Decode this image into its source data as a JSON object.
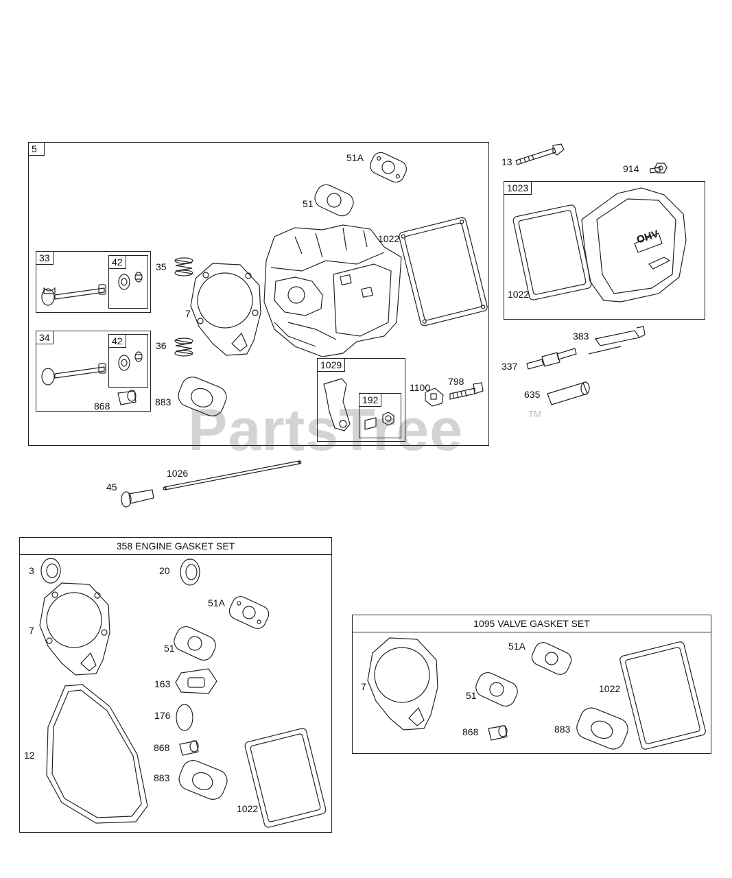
{
  "watermark": {
    "text": "PartsTree",
    "tm": "TM"
  },
  "main_group": {
    "tag": "5",
    "labels": {
      "p51A": "51A",
      "p51": "51",
      "p1022": "1022",
      "p35": "35",
      "p7": "7",
      "p36": "36",
      "p883": "883",
      "p868": "868",
      "p1100": "1100",
      "p798": "798"
    },
    "valve_intake_box": {
      "tag": "33",
      "sub_tag": "42"
    },
    "valve_exhaust_box": {
      "tag": "34",
      "sub_tag": "42"
    },
    "rocker_box": {
      "tag": "1029",
      "sub_tag": "192"
    }
  },
  "cover_group": {
    "tag": "1023",
    "labels": {
      "p13": "13",
      "p914": "914",
      "p1022": "1022",
      "p383": "383",
      "p337": "337",
      "p635": "635"
    },
    "cover_text": "OHV"
  },
  "push_rod": {
    "labels": {
      "p45": "45",
      "p1026": "1026"
    }
  },
  "engine_gasket_set": {
    "title": "358 ENGINE GASKET SET",
    "labels": {
      "p3": "3",
      "p20": "20",
      "p51A": "51A",
      "p7": "7",
      "p51": "51",
      "p163": "163",
      "p176": "176",
      "p12": "12",
      "p868": "868",
      "p883": "883",
      "p1022": "1022"
    }
  },
  "valve_gasket_set": {
    "title": "1095 VALVE GASKET SET",
    "labels": {
      "p51A": "51A",
      "p7": "7",
      "p51": "51",
      "p1022": "1022",
      "p868": "868",
      "p883": "883"
    }
  }
}
